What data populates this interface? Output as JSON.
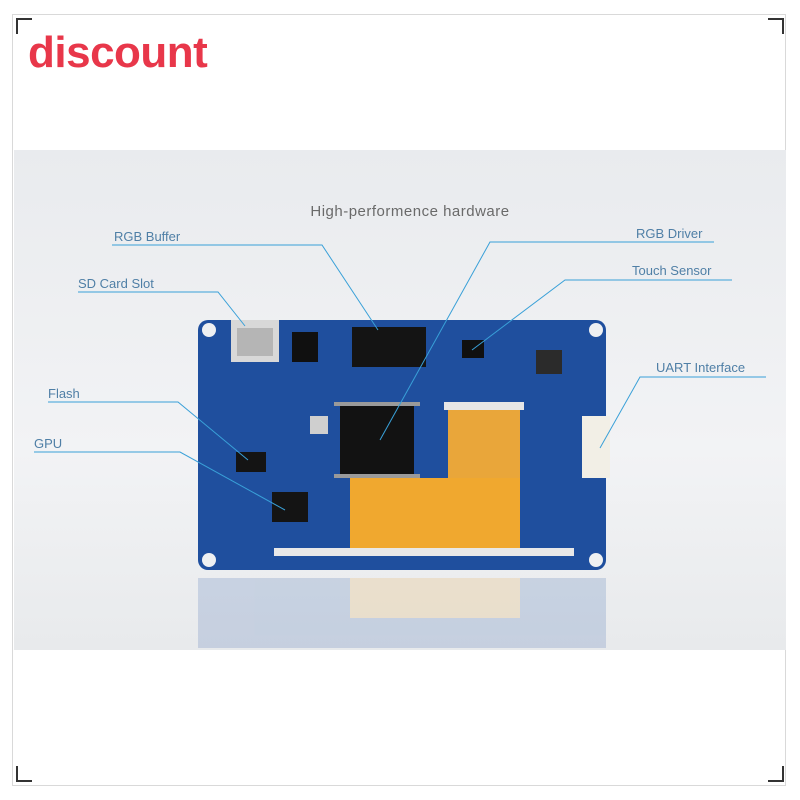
{
  "badge": {
    "text": "discount",
    "color": "#e8374a"
  },
  "banner": {
    "title": "High-performence hardware"
  },
  "labels": {
    "rgb_buffer": "RGB Buffer",
    "sd_card_slot": "SD Card Slot",
    "flash": "Flash",
    "gpu": "GPU",
    "rgb_driver": "RGB Driver",
    "touch_sensor": "Touch Sensor",
    "uart_interface": "UART Interface"
  },
  "colors": {
    "board": "#1f4f9e",
    "callout": "#39a0d8",
    "flex": "#e9a63a"
  }
}
